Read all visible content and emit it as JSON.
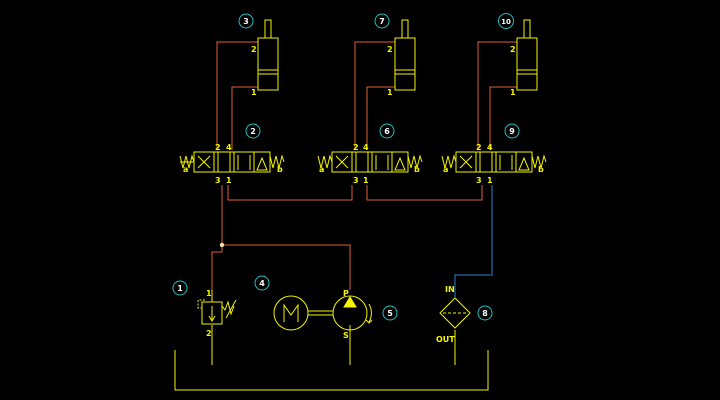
{
  "colors": {
    "background": "#000000",
    "symbol": "#f5f500",
    "pressure_line": "#e06030",
    "return_line": "#2a7fd0",
    "callout_circle": "#20c0c0",
    "callout_text": "#ffffff"
  },
  "callouts": {
    "c1": "1",
    "c2": "2",
    "c3": "3",
    "c4": "4",
    "c5": "5",
    "c6": "6",
    "c7": "7",
    "c8": "8",
    "c9": "9",
    "c10": "10"
  },
  "valves": [
    {
      "p2": "2",
      "p4": "4",
      "p3": "3",
      "p1": "1",
      "a": "a",
      "b": "b"
    },
    {
      "p2": "2",
      "p4": "4",
      "p3": "3",
      "p1": "1",
      "a": "a",
      "b": "b"
    },
    {
      "p2": "2",
      "p4": "4",
      "p3": "3",
      "p1": "1",
      "a": "a",
      "b": "b"
    }
  ],
  "cylinders": [
    {
      "p2": "2",
      "p1": "1"
    },
    {
      "p2": "2",
      "p1": "1"
    },
    {
      "p2": "2",
      "p1": "1"
    }
  ],
  "relief_valve": {
    "p1": "1",
    "p2": "2"
  },
  "pump": {
    "p": "P",
    "s": "S"
  },
  "filter": {
    "in": "IN",
    "out": "OUT"
  },
  "icons": {
    "motor": "motor-symbol",
    "pump": "pump-symbol",
    "filter": "filter-symbol",
    "relief": "relief-valve-symbol",
    "tank": "tank-symbol"
  }
}
